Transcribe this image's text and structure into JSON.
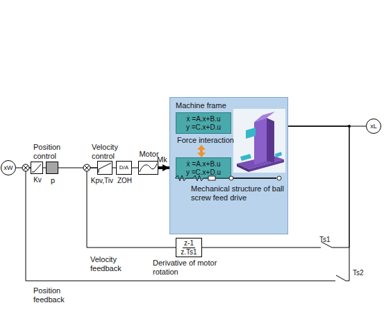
{
  "diagram": {
    "nodes": [
      {
        "text": [
          "xW"
        ]
      },
      {
        "text": [
          "Kv"
        ]
      },
      {
        "text": [
          "p"
        ]
      },
      {
        "text": [
          "Kpv,Tiv"
        ]
      },
      {
        "text": [
          "D/A",
          "ZOH"
        ]
      },
      {
        "text": [
          "Motor"
        ]
      },
      {
        "text": [
          "Machine frame",
          "Force interaction",
          "Mechanical structure of ball screw feed drive"
        ]
      },
      {
        "text": [
          "ẋ =A.x+B.u",
          "y =C.x+D.u"
        ],
        "in": 6
      },
      {
        "text": [
          "ẋ =A.x+B.u",
          "y =C.x+D.u"
        ],
        "in": 6
      },
      {
        "text": [
          "xL"
        ]
      },
      {
        "text": [
          "z-1",
          "z.Ts1"
        ]
      }
    ],
    "edges": [
      {
        "from": 0,
        "to": 1,
        "arrow": "none"
      },
      {
        "from": 1,
        "to": 2,
        "arrow": "none"
      },
      {
        "from": 2,
        "to": 3,
        "arrow": "none"
      },
      {
        "from": 3,
        "to": 4,
        "arrow": "none"
      },
      {
        "from": 4,
        "to": 5,
        "arrow": "none"
      },
      {
        "from": 5,
        "to": 6,
        "label": "Mk",
        "arrow": "to"
      },
      {
        "from": 6,
        "to": 9,
        "arrow": "none"
      },
      {
        "from": 6,
        "to": 10,
        "arrow": "none"
      },
      {
        "from": 10,
        "to": 3,
        "arrow": "none"
      },
      {
        "from": 6,
        "to": 1,
        "arrow": "none"
      }
    ],
    "labels": [
      "Position control",
      "Velocity control",
      "Ts1",
      "Ts2",
      "Velocity feedback",
      "Derivative of motor rotation",
      "Position feedback"
    ]
  }
}
